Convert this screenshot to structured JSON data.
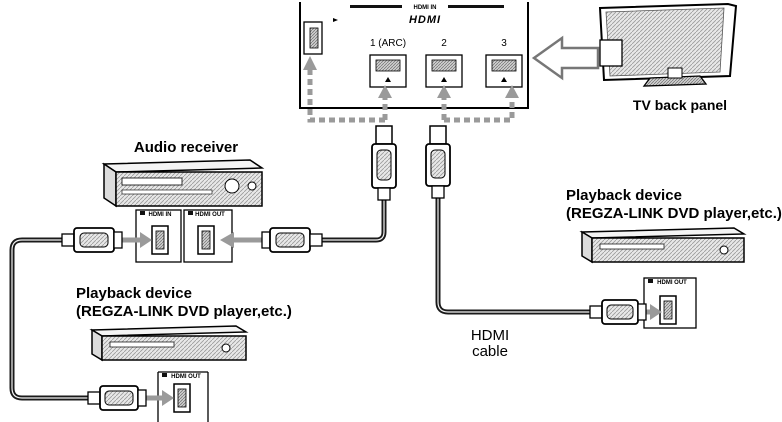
{
  "labels": {
    "tv_back_panel": "TV back panel",
    "audio_receiver": "Audio receiver",
    "playback_right_line1": "Playback device",
    "playback_right_line2": "(REGZA-LINK DVD player,etc.)",
    "playback_left_line1": "Playback device",
    "playback_left_line2": "(REGZA-LINK DVD player,etc.)",
    "hdmi_cable_line1": "HDMI",
    "hdmi_cable_line2": "cable"
  },
  "tv_panel": {
    "hdmi_in_label": "HDMI IN",
    "hdmi_logo": "HDMI",
    "ports": [
      "1 (ARC)",
      "2",
      "3"
    ]
  },
  "receiver": {
    "in_label": "HDMI IN",
    "out_label": "HDMI OUT"
  },
  "player_right": {
    "out_label": "HDMI OUT"
  },
  "player_left": {
    "out_label": "HDMI OUT"
  },
  "colors": {
    "cable": "#1a1a1a",
    "arrow": "#9a9a9a",
    "device_fill": "#e6e6e6",
    "device_stroke": "#2b2b2b"
  }
}
